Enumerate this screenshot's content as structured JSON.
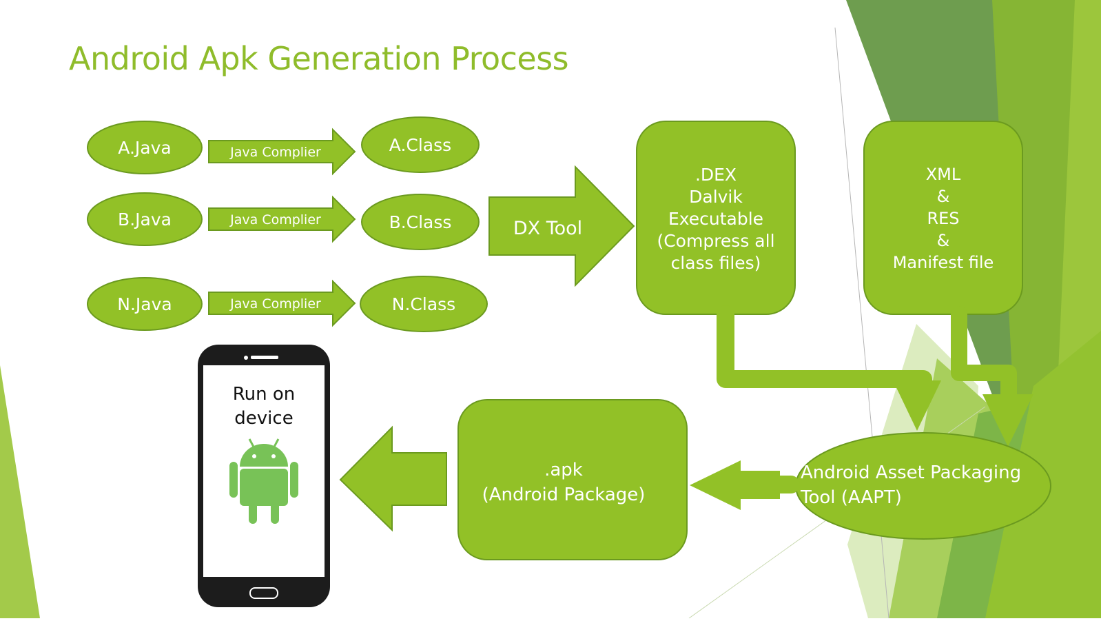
{
  "slide": {
    "title": "Android Apk Generation Process"
  },
  "colors": {
    "shape_fill": "#92c127",
    "shape_stroke": "#6b9a1f",
    "title": "#8fbc2b",
    "bg_dark": "#6a9a44",
    "bg_mid": "#86b534",
    "bg_light": "#a3ca4a",
    "bg_pale": "#dcecbf",
    "android": "#78c257",
    "phone": "#1c1c1c"
  },
  "sources": [
    {
      "label": "A.Java"
    },
    {
      "label": "B.Java"
    },
    {
      "label": "N.Java"
    }
  ],
  "compilers": [
    {
      "label": "Java Complier"
    },
    {
      "label": "Java Complier"
    },
    {
      "label": "Java Complier"
    }
  ],
  "classes": [
    {
      "label": "A.Class"
    },
    {
      "label": "B.Class"
    },
    {
      "label": "N.Class"
    }
  ],
  "dx_tool": {
    "label": "DX Tool"
  },
  "dex_box": {
    "lines": [
      ".DEX",
      "Dalvik",
      "Executable",
      "(Compress all",
      "class files)"
    ]
  },
  "resources_box": {
    "lines": [
      "XML",
      "&",
      "RES",
      "&",
      "Manifest file"
    ]
  },
  "aapt": {
    "lines": [
      "Android Asset Packaging",
      "Tool (AAPT)"
    ]
  },
  "apk_box": {
    "lines": [
      ".apk",
      "(Android Package)"
    ]
  },
  "device": {
    "lines": [
      "Run on",
      "device"
    ]
  }
}
